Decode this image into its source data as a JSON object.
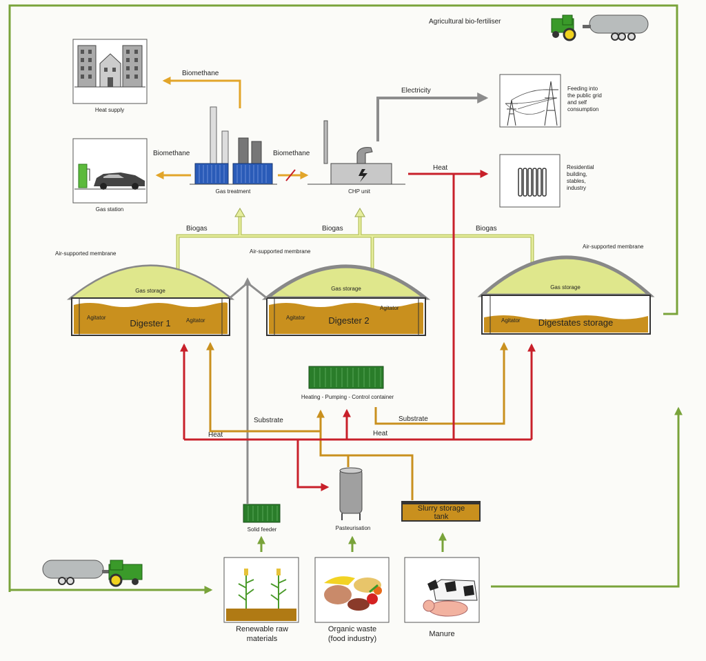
{
  "labels": {
    "ag_fertiliser": "Agricultural bio-fertiliser",
    "heat_supply": "Heat supply",
    "gas_station": "Gas station",
    "gas_treatment": "Gas treatment",
    "chp_unit": "CHP unit",
    "biomethane_top": "Biomethane",
    "biomethane_left": "Biomethane",
    "biomethane_right": "Biomethane",
    "electricity": "Electricity",
    "heat_top": "Heat",
    "feeding_1": "Feeding into",
    "feeding_2": "the public grid",
    "feeding_3": "and self",
    "feeding_4": "consumption",
    "residential_1": "Residential",
    "residential_2": "building,",
    "residential_3": "stables,",
    "residential_4": "industry",
    "biogas_1": "Biogas",
    "biogas_2": "Biogas",
    "biogas_3": "Biogas",
    "membrane_1": "Air-supported membrane",
    "membrane_2": "Air-supported membrane",
    "membrane_3": "Air-supported membrane",
    "gas_storage_1": "Gas storage",
    "gas_storage_2": "Gas storage",
    "gas_storage_3": "Gas storage",
    "digester_1": "Digester 1",
    "digester_2": "Digester 2",
    "digestates_storage": "Digestates storage",
    "agitator_1a": "Agitator",
    "agitator_1b": "Agitator",
    "agitator_2a": "Agitator",
    "agitator_2b": "Agitator",
    "agitator_3": "Agitator",
    "container": "Heating - Pumping - Control container",
    "substrate_left": "Substrate",
    "substrate_right": "Substrate",
    "heat_left": "Heat",
    "heat_right": "Heat",
    "solid_feeder": "Solid feeder",
    "pasteurisation": "Pasteurisation",
    "slurry_1": "Slurry storage",
    "slurry_2": "tank",
    "renewable_1": "Renewable raw",
    "renewable_2": "materials",
    "organic_1": "Organic waste",
    "organic_2": "(food industry)",
    "manure": "Manure"
  },
  "colors": {
    "green": "#79a33a",
    "gas": "#d8e27a",
    "substrate": "#c9901e",
    "heat": "#c8202a",
    "biomethane": "#e2a52a",
    "electricity": "#8c8c8c",
    "container": "#2a7d2a",
    "blue": "#2a5bb8"
  }
}
